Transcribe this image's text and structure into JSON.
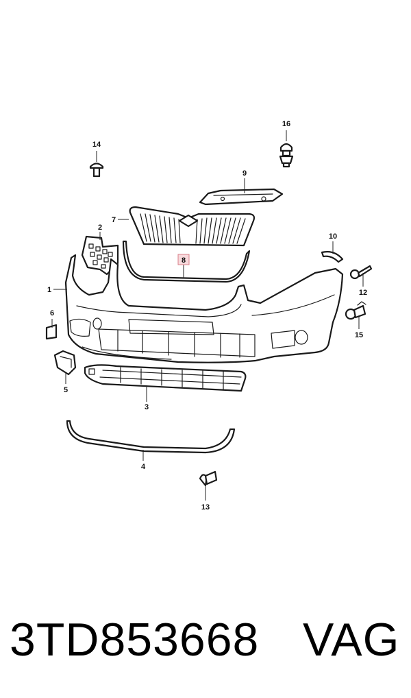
{
  "diagram": {
    "callouts": {
      "c1": "1",
      "c2": "2",
      "c3": "3",
      "c4": "4",
      "c5": "5",
      "c6": "6",
      "c7": "7",
      "c8": "8",
      "c9": "9",
      "c10": "10",
      "c12": "12",
      "c13": "13",
      "c14": "14",
      "c15": "15",
      "c16": "16"
    },
    "highlighted_callout": "8",
    "highlight_color": "#f7d9dc"
  },
  "footer": {
    "part_number": "3TD853668",
    "brand": "VAG"
  }
}
